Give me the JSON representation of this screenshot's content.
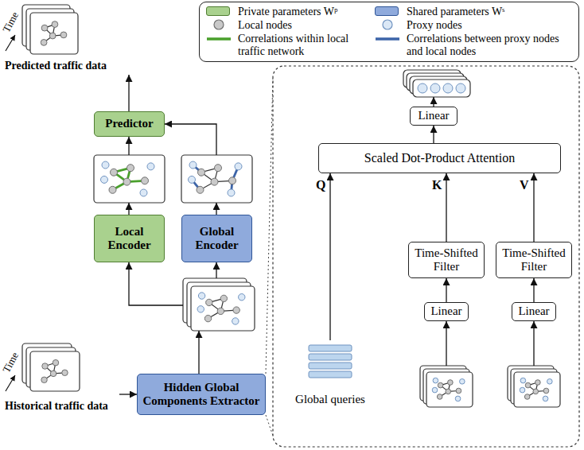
{
  "diagram": {
    "nodes": [
      {
        "text": [
          "Predicted traffic data"
        ]
      },
      {
        "text": [
          "Predictor"
        ]
      },
      {
        "text": [
          "Linear"
        ]
      },
      {
        "text": [
          "Scaled Dot-Product Attention"
        ]
      },
      {
        "text": [
          "Local Encoder"
        ]
      },
      {
        "text": [
          "Global Encoder"
        ]
      },
      {
        "text": [
          "Time-Shifted Filter"
        ]
      },
      {
        "text": [
          "Time-Shifted Filter"
        ]
      },
      {
        "text": [
          "Linear"
        ]
      },
      {
        "text": [
          "Linear"
        ]
      },
      {
        "text": [
          "Global queries"
        ]
      },
      {
        "text": [
          "Hidden Global Components Extractor"
        ]
      },
      {
        "text": [
          "Historical traffic data"
        ]
      }
    ],
    "edges": [
      {
        "from": 1,
        "to": 0,
        "arrow": "to"
      },
      {
        "from": 12,
        "to": 11,
        "arrow": "to"
      },
      {
        "from": 10,
        "to": 3,
        "label": "Q",
        "arrow": "to"
      },
      {
        "from": 6,
        "to": 3,
        "label": "K",
        "arrow": "to"
      },
      {
        "from": 7,
        "to": 3,
        "label": "V",
        "arrow": "to"
      },
      {
        "from": 8,
        "to": 6,
        "arrow": "to"
      },
      {
        "from": 9,
        "to": 7,
        "arrow": "to"
      },
      {
        "from": 3,
        "to": 2,
        "arrow": "to"
      }
    ],
    "labels": [
      "Time",
      "Time"
    ],
    "legend": [
      {
        "text": "Private parameters Wᵖ",
        "color": "#a9d18e"
      },
      {
        "text": "Shared parameters Wˢ",
        "color": "#8faadc"
      },
      {
        "text": "Local nodes"
      },
      {
        "text": "Proxy nodes"
      },
      {
        "text": "Correlations within local traffic network"
      },
      {
        "text": "Correlations between proxy nodes and local nodes"
      }
    ]
  }
}
